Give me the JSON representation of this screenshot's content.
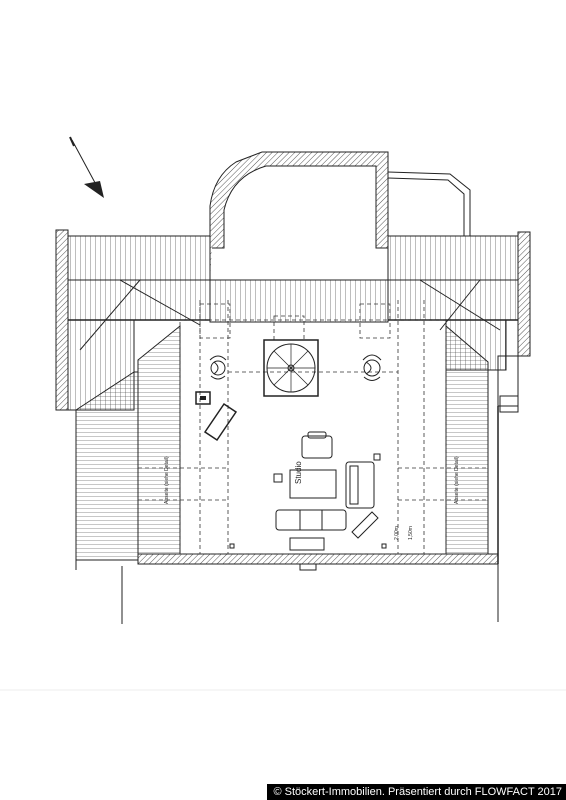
{
  "plan": {
    "room_label": "Studio",
    "left_storage_label": "Abseite (siehe Detail)",
    "right_storage_label": "Abseite (siehe Detail)",
    "height_label_1": "2,00m",
    "height_label_2": "1,50m"
  },
  "footer": {
    "copyright": "© Stöckert-Immobilien. Präsentiert durch FLOWFACT 2017"
  },
  "colors": {
    "line": "#222222",
    "hatch": "#555555",
    "background": "#ffffff",
    "footer_bg": "#000000",
    "footer_text": "#ffffff"
  }
}
